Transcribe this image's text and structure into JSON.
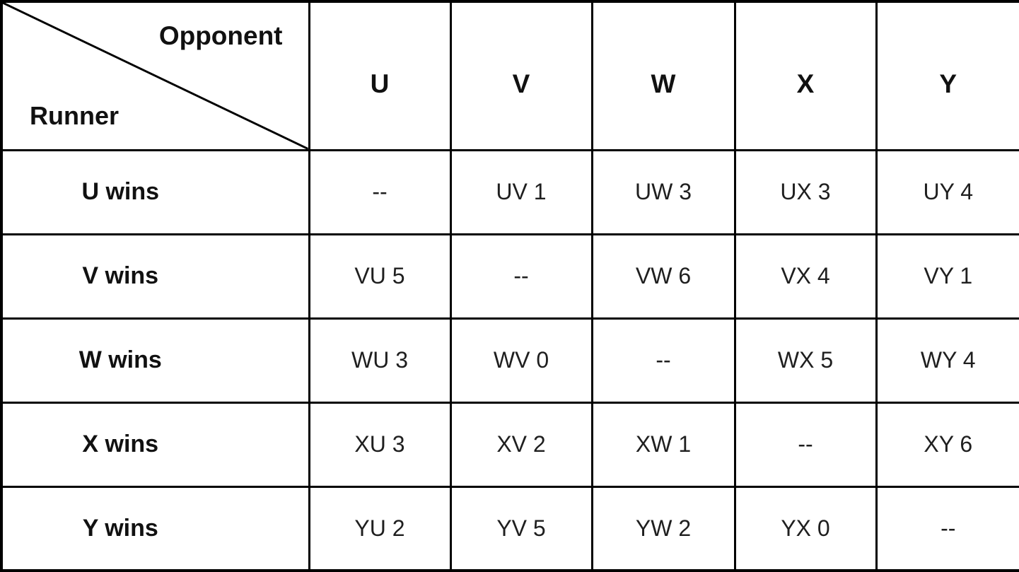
{
  "chart_data": {
    "type": "table",
    "title": "",
    "corner_labels": {
      "top_right": "Opponent",
      "bottom_left": "Runner"
    },
    "column_headers": [
      "U",
      "V",
      "W",
      "X",
      "Y"
    ],
    "row_headers": [
      "U wins",
      "V wins",
      "W wins",
      "X wins",
      "Y wins"
    ],
    "cells": [
      [
        "--",
        "UV 1",
        "UW 3",
        "UX 3",
        "UY 4"
      ],
      [
        "VU 5",
        "--",
        "VW 6",
        "VX 4",
        "VY 1"
      ],
      [
        "WU 3",
        "WV 0",
        "--",
        "WX 5",
        "WY 4"
      ],
      [
        "XU 3",
        "XV 2",
        "XW 1",
        "--",
        "XY 6"
      ],
      [
        "YU 2",
        "YV 5",
        "YW 2",
        "YX 0",
        "--"
      ]
    ],
    "empty_cell_marker": "--",
    "colors": {
      "border": "#000000",
      "text": "#1a1a1a",
      "background": "#ffffff"
    }
  }
}
